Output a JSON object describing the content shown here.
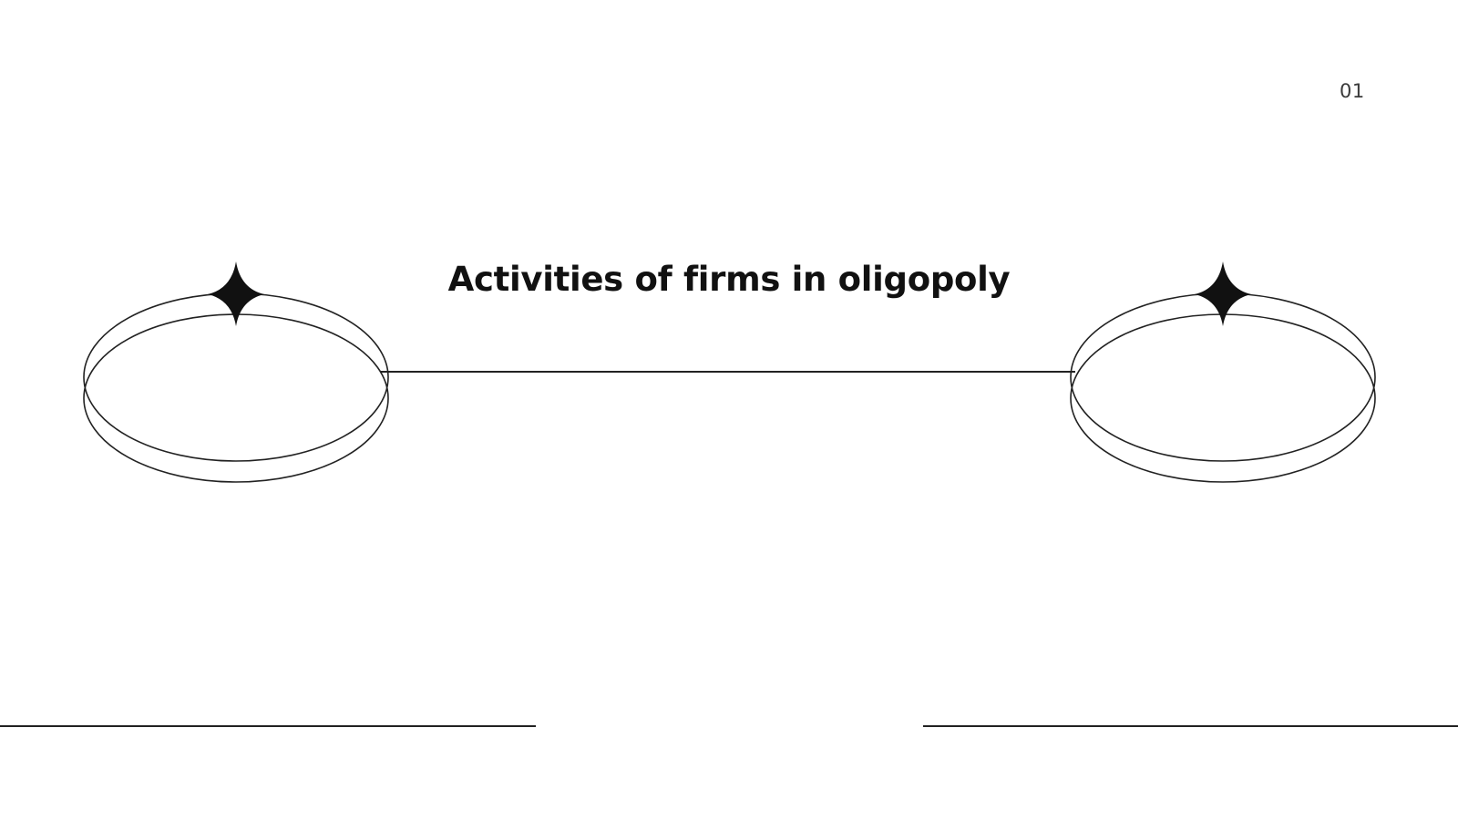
{
  "slide": {
    "title": "Activities of firms in oligopoly",
    "page_number": "01"
  },
  "colors": {
    "background": "#ffffff",
    "line": "#222222",
    "title": "#111111",
    "page_number": "#3a3a3a"
  },
  "icons": [
    "sparkle-star-icon",
    "ring-ellipse-ornament"
  ]
}
